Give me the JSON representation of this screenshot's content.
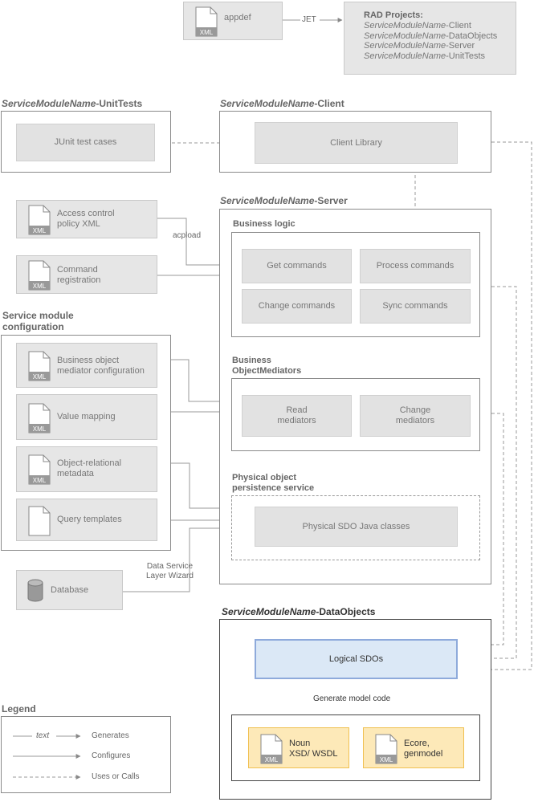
{
  "top": {
    "appdef": "appdef",
    "jet": "JET",
    "xml": "XML",
    "rad_title": "RAD Projects:",
    "rad_items": [
      {
        "name": "ServiceModuleName",
        "suffix": "-Client"
      },
      {
        "name": "ServiceModuleName",
        "suffix": "-DataObjects"
      },
      {
        "name": "ServiceModuleName",
        "suffix": "-Server"
      },
      {
        "name": "ServiceModuleName",
        "suffix": "-UnitTests"
      }
    ]
  },
  "unittests": {
    "name": "ServiceModuleName",
    "suffix": "-UnitTests",
    "junit": "JUnit test cases"
  },
  "client": {
    "name": "ServiceModuleName",
    "suffix": "-Client",
    "library": "Client Library"
  },
  "server": {
    "name": "ServiceModuleName",
    "suffix": "-Server",
    "business_logic": "Business logic",
    "get": "Get commands",
    "process": "Process commands",
    "change": "Change commands",
    "sync": "Sync commands",
    "bom_line1": "Business",
    "bom_line2": "ObjectMediators",
    "read_line1": "Read",
    "read_line2": "mediators",
    "changem_line1": "Change",
    "changem_line2": "mediators",
    "phys_line1": "Physical object",
    "phys_line2": "persistence service",
    "phys_classes": "Physical SDO Java classes"
  },
  "left": {
    "acl_line1": "Access control",
    "acl_line2": "policy XML",
    "acpload": "acpload",
    "cmd_line1": "Command",
    "cmd_line2": "registration",
    "smc_line1": "Service module",
    "smc_line2": "configuration",
    "bo_line1": "Business object",
    "bo_line2": "mediator configuration",
    "value_mapping": "Value mapping",
    "or_line1": "Object-relational",
    "or_line2": "metadata",
    "query": "Query templates",
    "database": "Database",
    "dsl_line1": "Data Service",
    "dsl_line2": "Layer Wizard"
  },
  "dataobjects": {
    "name": "ServiceModuleName",
    "suffix": "-DataObjects",
    "logical": "Logical SDOs",
    "generate": "Generate model code",
    "noun_line1": "Noun",
    "noun_line2": "XSD/ WSDL",
    "ecore_line1": "Ecore,",
    "ecore_line2": "genmodel"
  },
  "legend": {
    "title": "Legend",
    "text_sample": "text",
    "generates": "Generates",
    "configures": "Configures",
    "uses": "Uses or Calls"
  },
  "colors": {
    "logical_fill": "#dbe8f6",
    "logical_border": "#8eaadb",
    "yellow_fill": "#fde9b8",
    "yellow_border": "#f0c050"
  }
}
